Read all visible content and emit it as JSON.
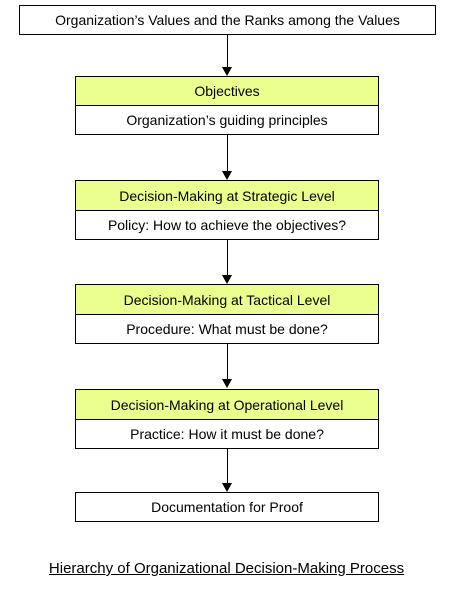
{
  "diagram": {
    "top": "Organization’s Values and the Ranks among the Values",
    "stages": [
      {
        "heading": "Objectives",
        "detail": "Organization’s guiding principles"
      },
      {
        "heading": "Decision-Making at Strategic Level",
        "detail": "Policy: How to achieve the objectives?"
      },
      {
        "heading": "Decision-Making at Tactical Level",
        "detail": "Procedure: What must be done?"
      },
      {
        "heading": "Decision-Making at Operational Level",
        "detail": "Practice: How it must be done?"
      }
    ],
    "bottom": "Documentation for Proof",
    "highlight_color": "#ebff8f"
  },
  "caption": "Hierarchy of Organizational Decision-Making Process"
}
